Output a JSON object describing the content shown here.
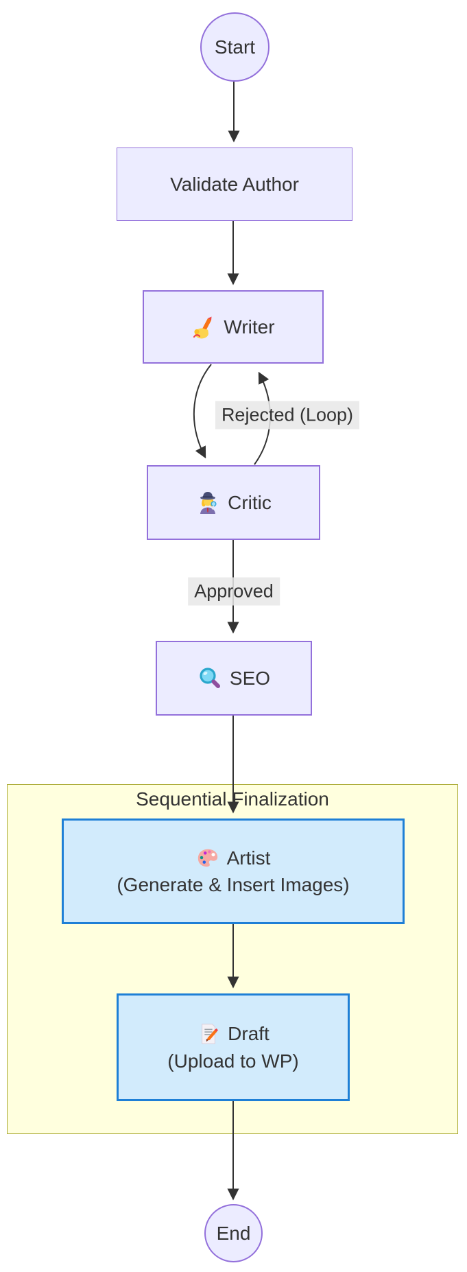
{
  "flowchart": {
    "type": "flowchart-top-down",
    "background": "#FFFFFF",
    "nodes": {
      "start": {
        "label": "Start",
        "shape": "circle"
      },
      "validate_author": {
        "label": "Validate Author",
        "shape": "rect"
      },
      "writer": {
        "label": "Writer",
        "emoji": "✍️",
        "icon": "writing-hand-icon",
        "shape": "rect"
      },
      "critic": {
        "label": "Critic",
        "emoji": "🕵️‍♀️",
        "icon": "woman-detective-icon",
        "shape": "rect"
      },
      "seo": {
        "label": "SEO",
        "emoji": "🔍",
        "icon": "magnifying-glass-icon",
        "shape": "rect"
      },
      "artist": {
        "label": "Artist",
        "sublabel": "(Generate & Insert Images)",
        "emoji": "🎨",
        "icon": "artist-palette-icon",
        "shape": "rect"
      },
      "draft": {
        "label": "Draft",
        "sublabel": "(Upload to WP)",
        "emoji": "📝",
        "icon": "memo-icon",
        "shape": "rect"
      },
      "end": {
        "label": "End",
        "shape": "circle"
      }
    },
    "subgraph": {
      "title": "Sequential Finalization",
      "members": [
        "artist",
        "draft"
      ]
    },
    "edges": [
      {
        "from": "start",
        "to": "validate_author",
        "label": ""
      },
      {
        "from": "validate_author",
        "to": "writer",
        "label": ""
      },
      {
        "from": "writer",
        "to": "critic",
        "label": ""
      },
      {
        "from": "critic",
        "to": "writer",
        "label": "Rejected (Loop)"
      },
      {
        "from": "critic",
        "to": "seo",
        "label": "Approved"
      },
      {
        "from": "seo",
        "to": "artist",
        "label": ""
      },
      {
        "from": "artist",
        "to": "draft",
        "label": ""
      },
      {
        "from": "draft",
        "to": "end",
        "label": ""
      }
    ],
    "colors": {
      "node_fill": "#ECECFF",
      "node_border": "#9370DB",
      "final_node_fill": "#D2EBFC",
      "final_node_border": "#1E7FD6",
      "subgraph_fill": "#FFFFDE",
      "subgraph_border": "#AAAA33",
      "edge_color": "#333333",
      "edge_label_bg": "#E8E8E8",
      "text_color": "#333333"
    }
  }
}
